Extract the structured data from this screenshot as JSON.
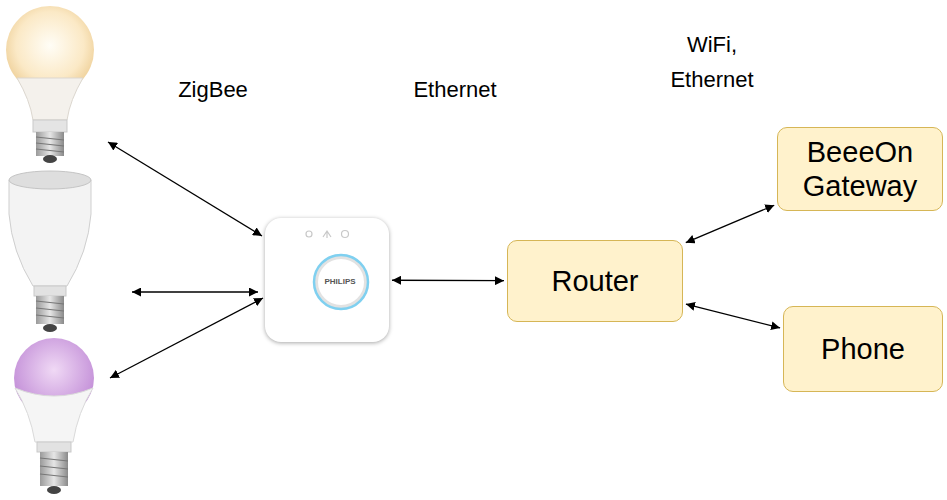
{
  "diagram": {
    "nodes": [
      {
        "text": [
          "PHILIPS"
        ]
      },
      {
        "text": [
          "Router"
        ]
      },
      {
        "text": [
          "BeeeOn Gateway"
        ]
      },
      {
        "text": [
          "Phone"
        ]
      }
    ],
    "edges": [
      {
        "from": 0,
        "to": 1,
        "arrow": "both"
      },
      {
        "from": 1,
        "to": 2,
        "arrow": "both"
      },
      {
        "from": 1,
        "to": 3,
        "arrow": "both"
      }
    ],
    "labels": [
      "ZigBee",
      "Ethernet",
      "WiFi, Ethernet"
    ]
  }
}
